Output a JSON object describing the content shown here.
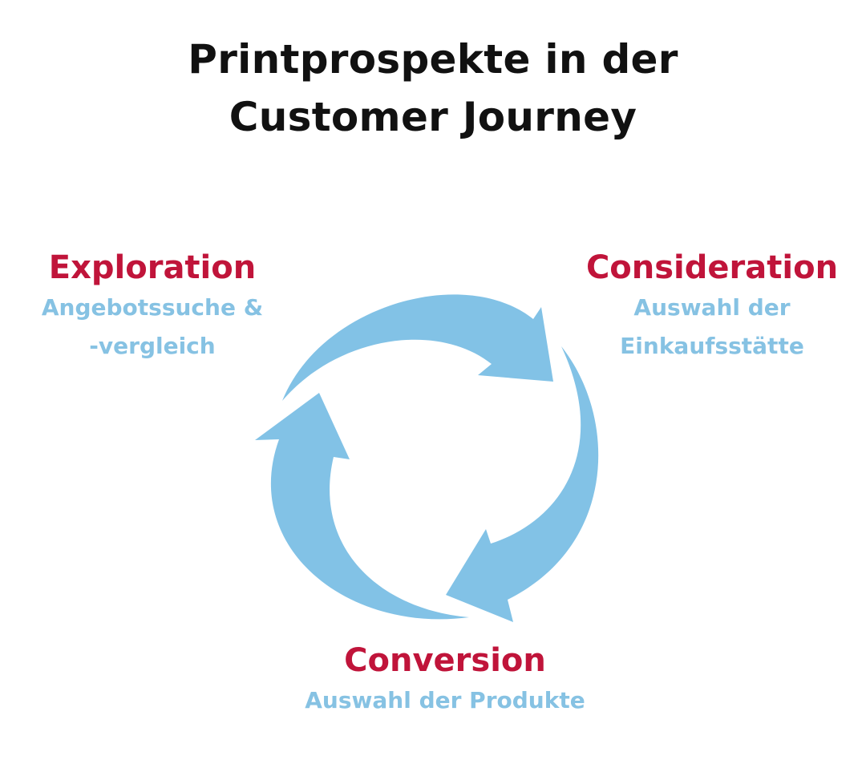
{
  "title": {
    "line1": "Printprospekte in der",
    "line2": "Customer Journey"
  },
  "stages": [
    {
      "name": "Exploration",
      "desc_line1": "Angebotssuche &",
      "desc_line2": "-vergleich"
    },
    {
      "name": "Consideration",
      "desc_line1": "Auswahl der",
      "desc_line2": "Einkaufsstätte"
    },
    {
      "name": "Conversion",
      "desc_line1": "Auswahl der Produkte"
    }
  ],
  "colors": {
    "title": "#111111",
    "stage_name": "#c0143a",
    "stage_desc": "#86c2e3",
    "arrow": "#82c2e6"
  },
  "icons": [
    "cycle-arrow-icon"
  ]
}
